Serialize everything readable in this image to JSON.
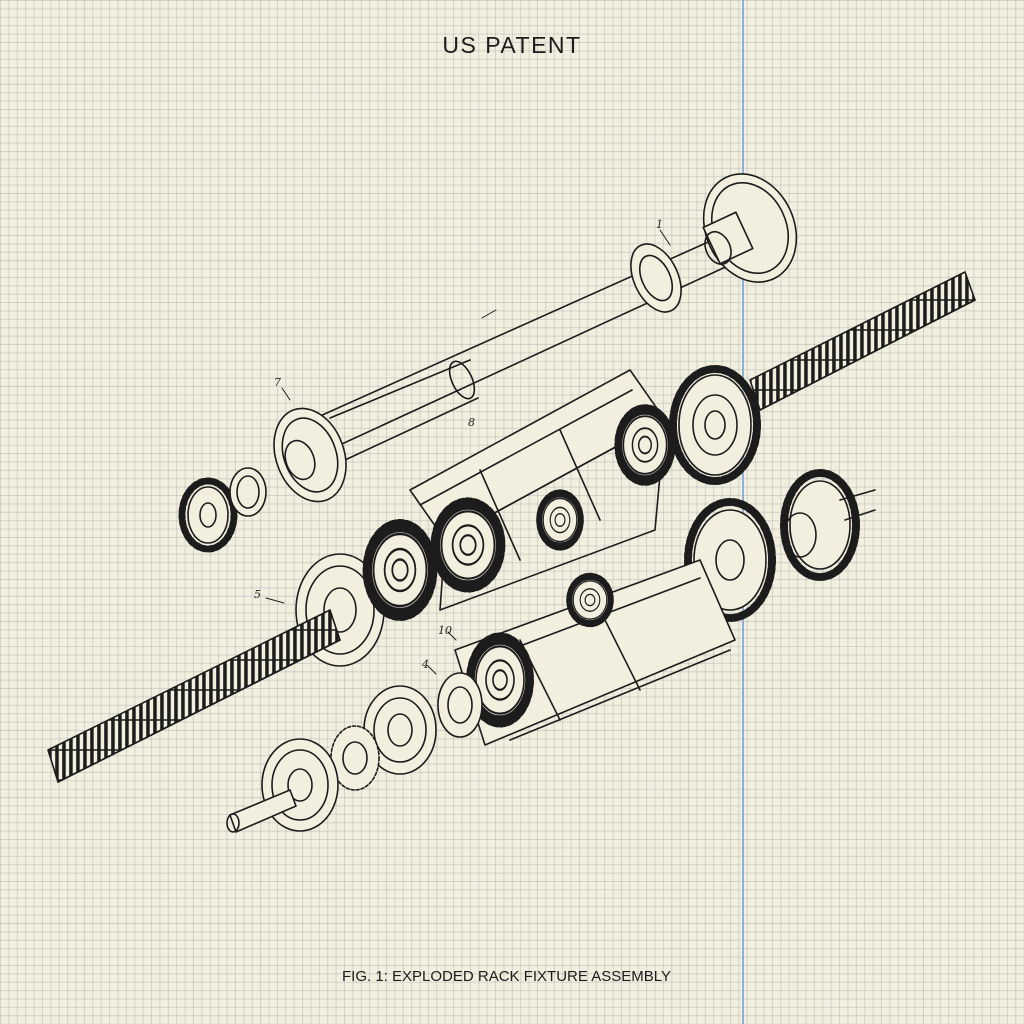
{
  "header": {
    "title": "US PATENT"
  },
  "figure": {
    "caption": "FIG. 1: EXPLODED RACK FIXTURE ASSEMBLY",
    "reference_numerals": [
      {
        "id": "ref-1",
        "label": "1"
      },
      {
        "id": "ref-7",
        "label": "7"
      },
      {
        "id": "ref-8",
        "label": "8"
      },
      {
        "id": "ref-5",
        "label": "5"
      },
      {
        "id": "ref-10",
        "label": "10"
      },
      {
        "id": "ref-4",
        "label": "4"
      }
    ]
  },
  "colors": {
    "ink": "#1c1c1c",
    "paper": "#f3efdf",
    "grid": "#8ca0aa",
    "margin_line": "#8fb2d2"
  }
}
